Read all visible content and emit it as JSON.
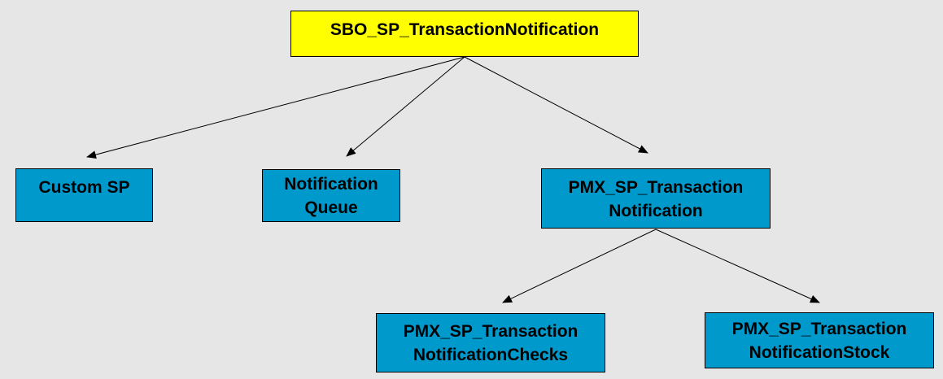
{
  "diagram": {
    "root": {
      "label": "SBO_SP_TransactionNotification",
      "color": "#ffff00"
    },
    "custom_sp": {
      "label": "Custom SP",
      "color": "#0099cc"
    },
    "notification_queue": {
      "label": "Notification\nQueue",
      "color": "#0099cc"
    },
    "pmx_notification": {
      "label": "PMX_SP_Transaction\nNotification",
      "color": "#0099cc"
    },
    "pmx_checks": {
      "label": "PMX_SP_Transaction\nNotificationChecks",
      "color": "#0099cc"
    },
    "pmx_stock": {
      "label": "PMX_SP_Transaction\nNotificationStock",
      "color": "#0099cc"
    }
  }
}
